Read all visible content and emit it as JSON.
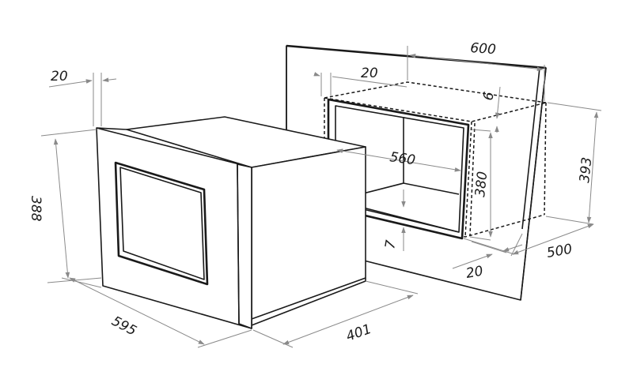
{
  "labels": {
    "oven_depth_frame": "20",
    "oven_height": "388",
    "oven_width": "595",
    "oven_depth": "401",
    "wall_width": "600",
    "niche_offset": "20",
    "niche_top_gap": "6",
    "niche_inner_width": "560",
    "niche_inner_height": "380",
    "niche_bottom_gap": "7",
    "niche_total_height": "393",
    "niche_depth": "500",
    "niche_front_offset": "20"
  },
  "colors": {
    "line": "#1a1a1a",
    "dimension": "#8a8a8a",
    "background": "#ffffff"
  }
}
